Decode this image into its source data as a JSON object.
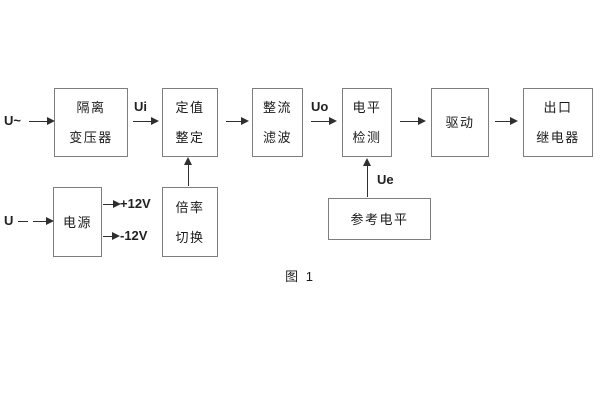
{
  "figure": {
    "caption": "图 1"
  },
  "labels": {
    "ac_input": "U~",
    "dc_input": "U",
    "ui": "Ui",
    "uo": "Uo",
    "ue": "Ue",
    "plus12v": "+12V",
    "minus12v": "-12V"
  },
  "blocks": {
    "isolation_transformer": {
      "line1": "隔离",
      "line2": "变压器"
    },
    "setting_adjust": {
      "line1": "定值",
      "line2": "整定"
    },
    "rectifier_filter": {
      "line1": "整流",
      "line2": "滤波"
    },
    "level_detect": {
      "line1": "电平",
      "line2": "检测"
    },
    "driver": {
      "line1": "驱动"
    },
    "output_relay": {
      "line1": "出口",
      "line2": "继电器"
    },
    "power_supply": {
      "line1": "电源"
    },
    "ratio_switch": {
      "line1": "倍率",
      "line2": "切换"
    },
    "reference_level": {
      "line1": "参考电平"
    }
  },
  "colors": {
    "background": "#ffffff",
    "box_border": "#7e7e7e",
    "line": "#2f2f2f",
    "text": "#1b1b1b"
  }
}
